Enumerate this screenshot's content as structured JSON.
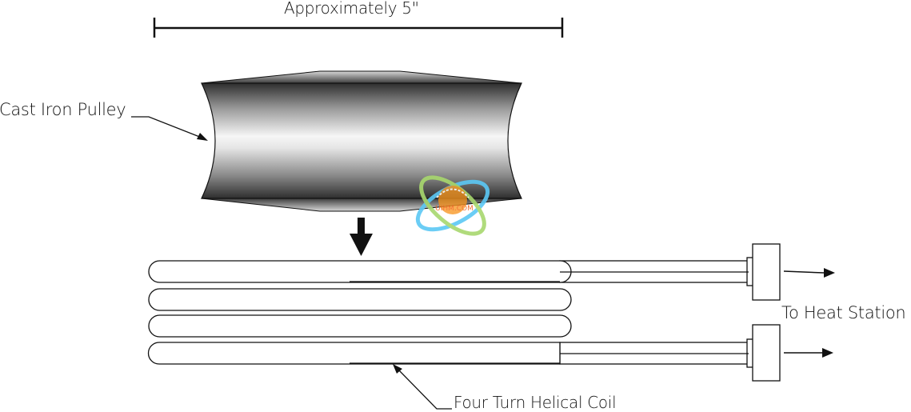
{
  "labels": {
    "dimension": "Approximately 5\"",
    "pulley": "Cast Iron Pulley",
    "heat_station": "To Heat Station",
    "coil": "Four Turn Helical Coil"
  },
  "watermark": {
    "text": "UIHM.COM",
    "colors": [
      "#f7941d",
      "#5bc8f5",
      "#a8d86e"
    ]
  },
  "colors": {
    "line": "#111111",
    "pulley_dark": "#3a3a3a",
    "pulley_light": "#f4f4f4"
  }
}
